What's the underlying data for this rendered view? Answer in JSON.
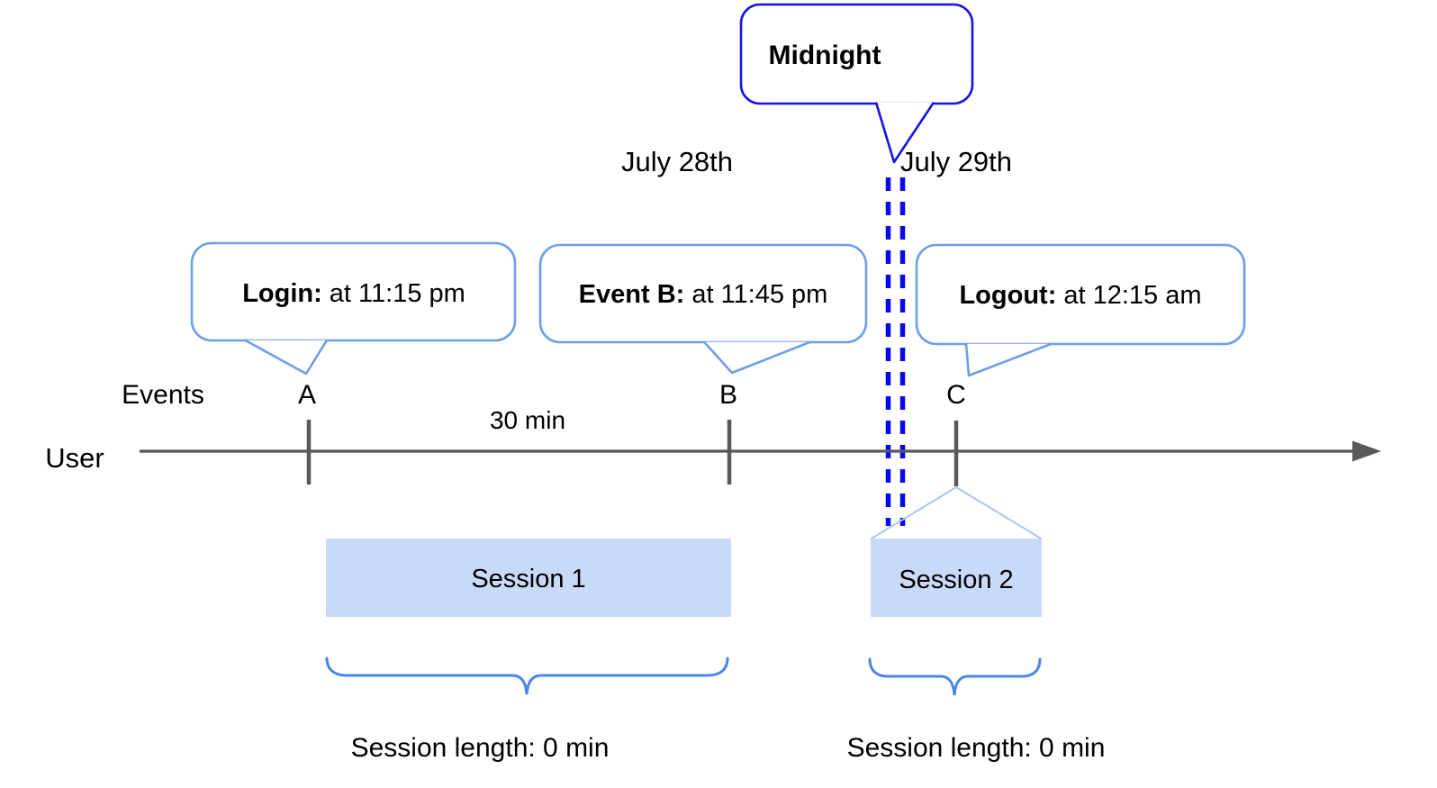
{
  "diagram": {
    "midnight": {
      "label": "Midnight"
    },
    "dates": {
      "left": "July 28th",
      "right": "July 29th"
    },
    "callouts": {
      "login": {
        "bold": "Login:",
        "rest": "at 11:15 pm"
      },
      "event_b": {
        "bold": "Event B:",
        "rest": "at 11:45 pm"
      },
      "logout": {
        "bold": "Logout:",
        "rest": "at 12:15 am"
      }
    },
    "axis": {
      "events_label": "Events",
      "user_label": "User",
      "interval_label": "30 min",
      "markers": {
        "a": "A",
        "b": "B",
        "c": "C"
      }
    },
    "sessions": {
      "s1": {
        "label": "Session 1",
        "length": "Session length: 0 min"
      },
      "s2": {
        "label": "Session 2",
        "length": "Session length: 0 min"
      }
    },
    "colors": {
      "callout_border": "#6d9eeb",
      "midnight_border": "#1414e6",
      "midnight_dash": "#0808f0",
      "brace": "#4a86e8",
      "session_fill": "#c9daf8",
      "funnel_line": "#a8c5f5",
      "timeline": "#595959",
      "text": "#000000"
    }
  }
}
